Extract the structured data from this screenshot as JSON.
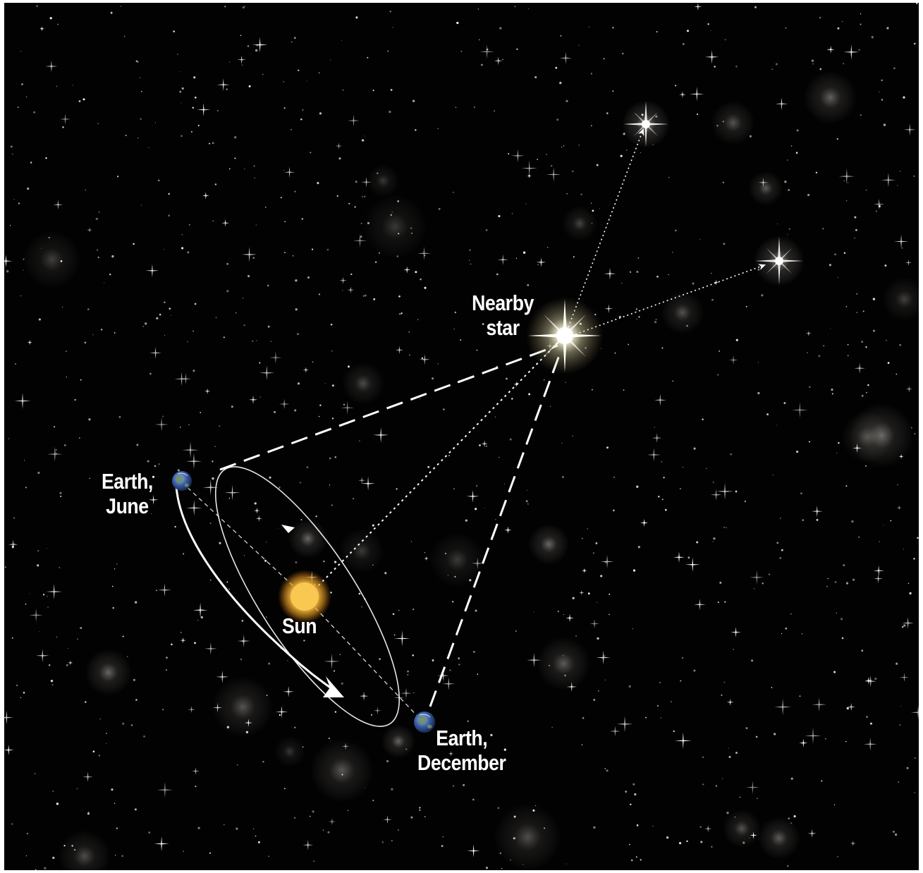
{
  "diagram": {
    "labels": {
      "nearby_star": [
        "Nearby",
        "star"
      ],
      "earth_june": [
        "Earth,",
        "June"
      ],
      "sun": "Sun",
      "earth_december": [
        "Earth,",
        "December"
      ]
    },
    "colors": {
      "background": "#020202",
      "line": "#ffffff",
      "sun": "#f6c34a",
      "nearby_star": "#fffbe0",
      "earth": "#3b5fa8"
    },
    "icons": [
      "nearby-star-icon",
      "sun-icon",
      "earth-june-icon",
      "earth-december-icon",
      "distant-star-icon"
    ]
  }
}
